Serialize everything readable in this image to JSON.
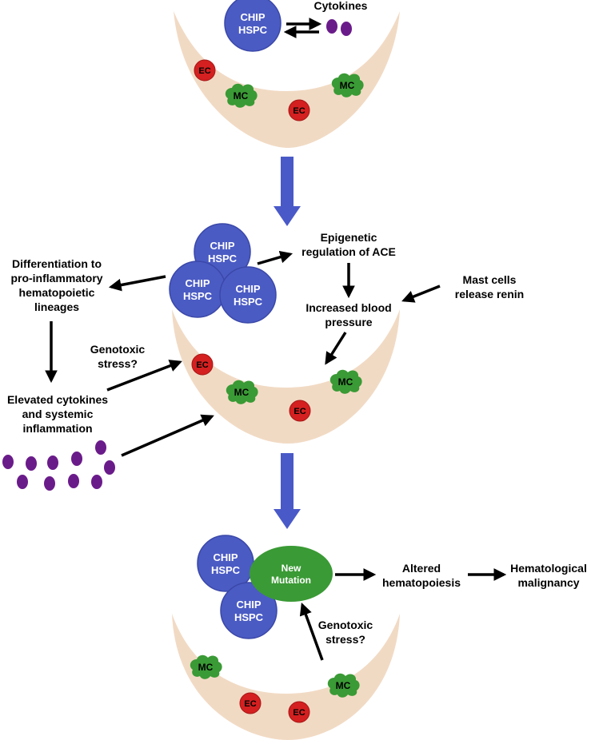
{
  "colors": {
    "niche": "#f1dac4",
    "hspc": "#4b5bc4",
    "hspc_stroke": "#3a48a8",
    "ec": "#d42020",
    "mc": "#3a9a35",
    "cytokine": "#6a1b8a",
    "flow_arrow": "#4a59c8",
    "arrow": "#000000"
  },
  "labels": {
    "chip": "CHIP",
    "hspc": "HSPC",
    "ec": "EC",
    "mc": "MC",
    "new": "New",
    "mutation": "Mutation"
  },
  "panel1": {
    "cytokines": "Cytokines"
  },
  "panel2": {
    "epigenetic_1": "Epigenetic",
    "epigenetic_2": "regulation of ACE",
    "differentiation_1": "Differentiation to",
    "differentiation_2": "pro-inflammatory",
    "differentiation_3": "hematopoietic",
    "differentiation_4": "lineages",
    "mast_1": "Mast cells",
    "mast_2": "release renin",
    "bp_1": "Increased blood",
    "bp_2": "pressure",
    "geno_1": "Genotoxic",
    "geno_2": "stress?",
    "elevated_1": "Elevated cytokines",
    "elevated_2": "and systemic",
    "elevated_3": "inflammation"
  },
  "panel3": {
    "altered_1": "Altered",
    "altered_2": "hematopoiesis",
    "malig_1": "Hematological",
    "malig_2": "malignancy",
    "geno_1": "Genotoxic",
    "geno_2": "stress?"
  },
  "icons": {
    "hspc": "circle",
    "ec": "red-circle",
    "mc": "green-cloud",
    "cytokine": "purple-oval"
  }
}
